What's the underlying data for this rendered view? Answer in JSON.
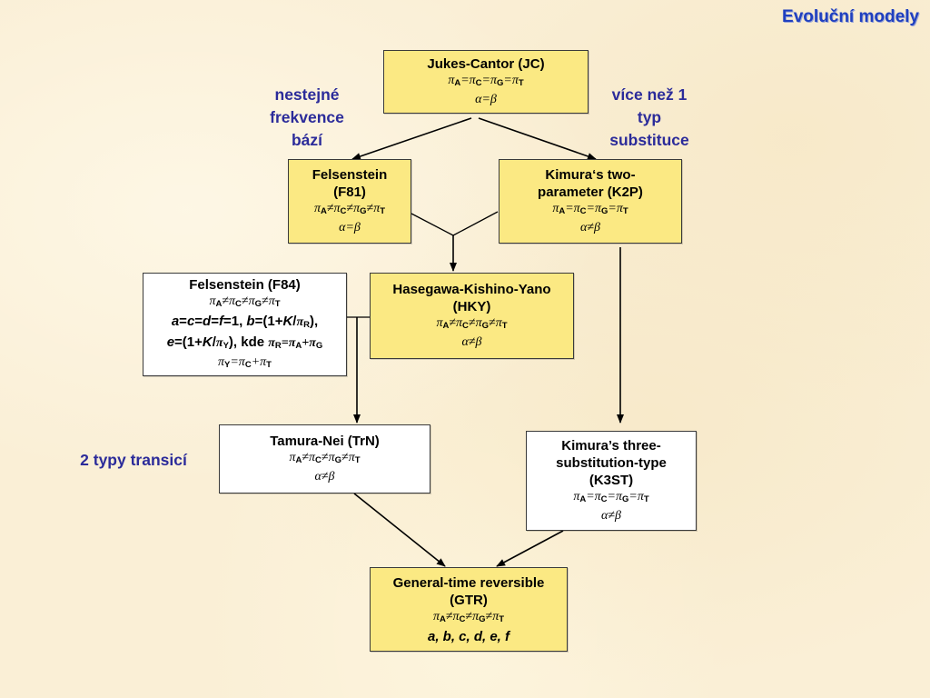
{
  "title": "Evoluční modely",
  "annotations": {
    "left": [
      "nestejné",
      "frekvence",
      "bází"
    ],
    "right": [
      "více než 1",
      "typ",
      "substituce"
    ],
    "transitions": "2 typy transicí"
  },
  "models": {
    "jc": {
      "name": [
        "Jukes-Cantor (JC)"
      ],
      "freq": "πA=πC=πG=πT",
      "rate": "α=β"
    },
    "f81": {
      "name": [
        "Felsenstein",
        "(F81)"
      ],
      "freq": "πA≠πC≠πG≠πT",
      "rate": "α=β"
    },
    "k2p": {
      "name": [
        "Kimura‘s two-",
        "parameter (K2P)"
      ],
      "freq": "πA=πC=πG=πT",
      "rate": "α≠β"
    },
    "f84": {
      "name": [
        "Felsenstein (F84)"
      ],
      "freq": "πA≠πC≠πG≠πT",
      "line3": "a=c=d=f=1, b=(1+K/πR),",
      "line4": "e=(1+K/πY), kde πR=πA+πG",
      "line5": "πY=πC+πT"
    },
    "hky": {
      "name": [
        "Hasegawa-Kishino-Yano",
        "(HKY)"
      ],
      "freq": "πA≠πC≠πG≠πT",
      "rate": "α≠β"
    },
    "trn": {
      "name": [
        "Tamura-Nei (TrN)"
      ],
      "freq": "πA≠πC≠πG≠πT",
      "rate": "α≠β"
    },
    "k3st": {
      "name": [
        "Kimura’s three-",
        "substitution-type",
        "(K3ST)"
      ],
      "freq": "πA=πC=πG=πT",
      "rate": "α≠β"
    },
    "gtr": {
      "name": [
        "General-time reversible",
        "(GTR)"
      ],
      "freq": "πA≠πC≠πG≠πT",
      "rate": "a, b, c, d, e, f"
    }
  },
  "colors": {
    "title": "#1f3fbf",
    "annotation": "#2b2b9a",
    "box_yellow": "#fbe983",
    "box_white": "#ffffff",
    "background": "#faefd6"
  }
}
